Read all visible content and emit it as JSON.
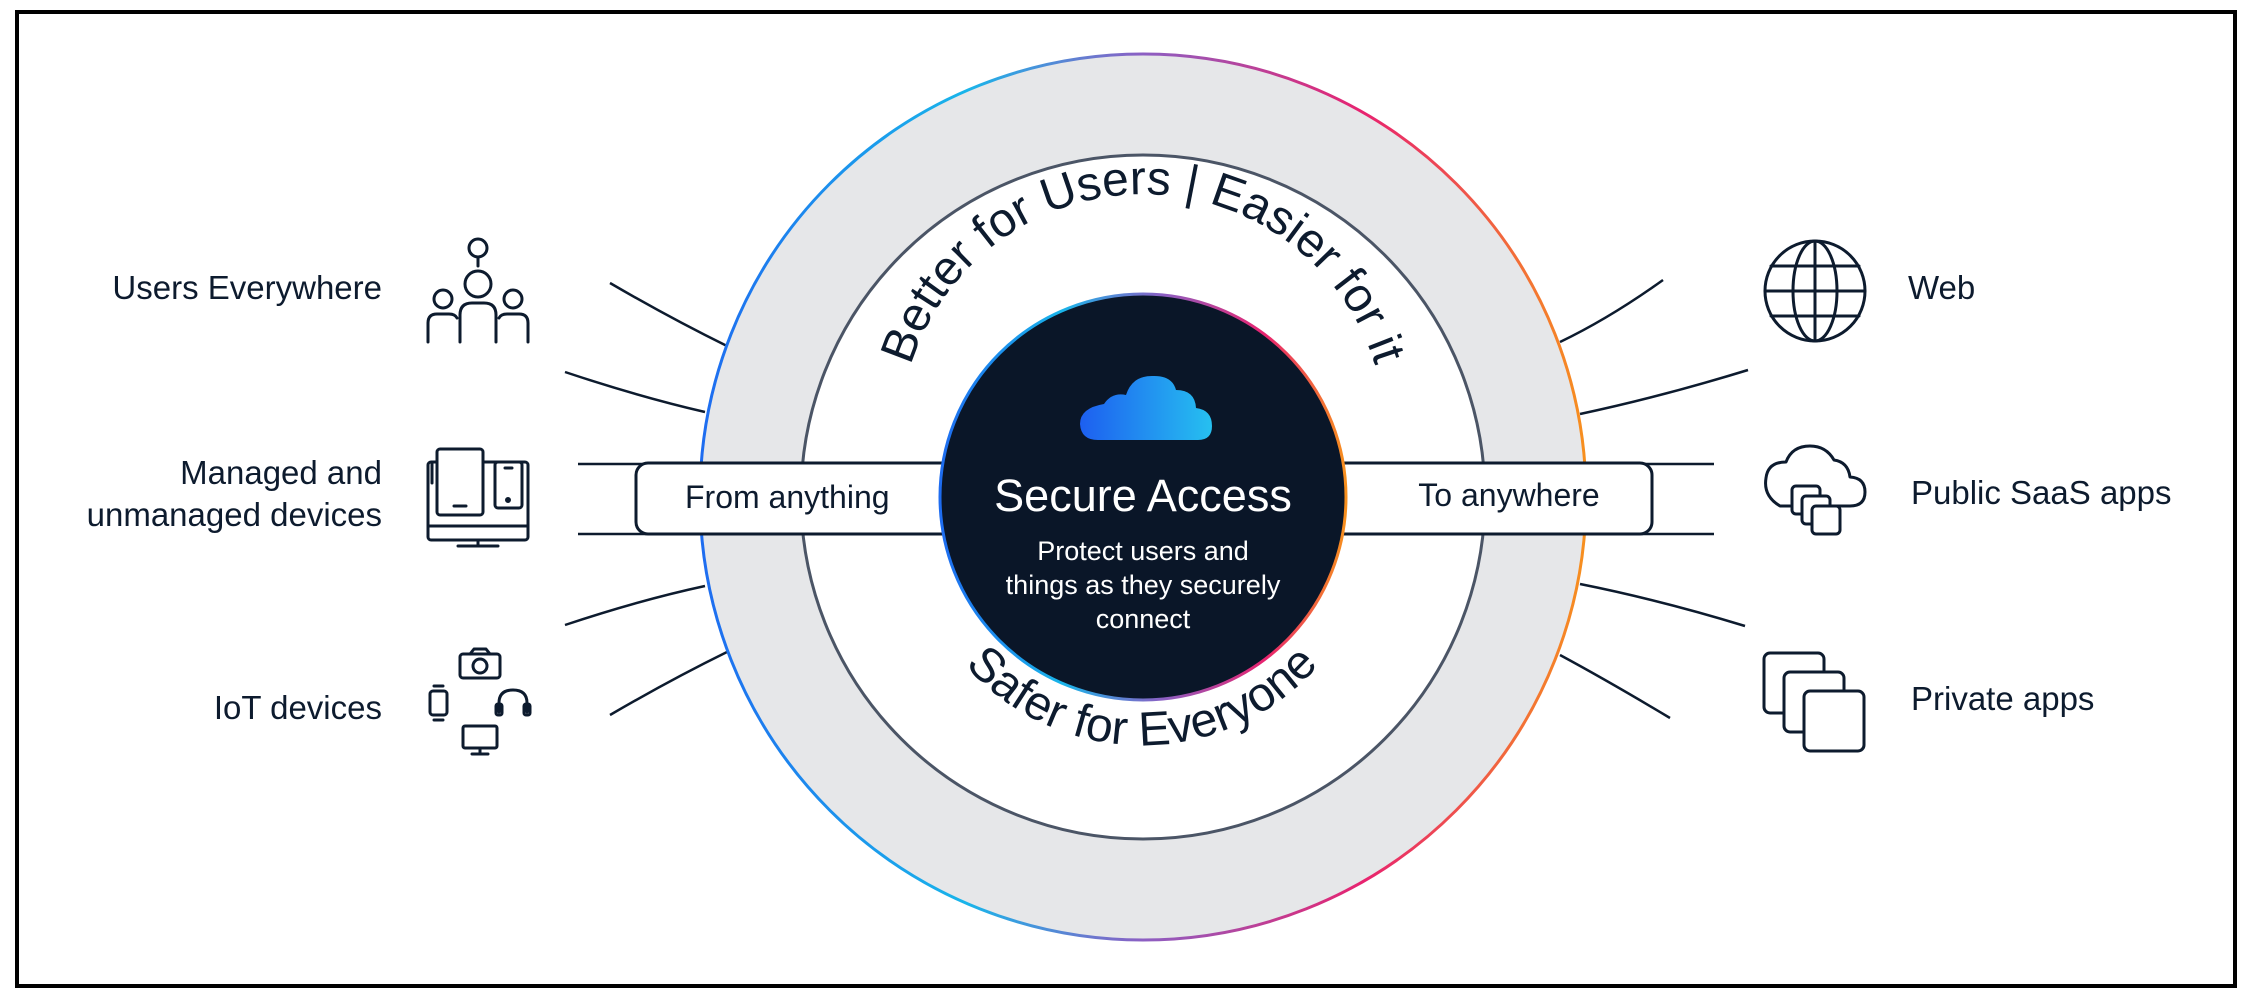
{
  "diagram": {
    "hub": {
      "title": "Secure Access",
      "subtitle_lines": [
        "Protect users and",
        "things as they securely",
        "connect"
      ]
    },
    "ring": {
      "top_text": "Better for Users | Easier for it",
      "bottom_text": "Safer for Everyone"
    },
    "pills": {
      "left": "From anything",
      "right": "To anywhere"
    },
    "left_items": [
      {
        "lines": [
          "Users Everywhere"
        ],
        "icon": "users-icon"
      },
      {
        "lines": [
          "Managed and",
          "unmanaged devices"
        ],
        "icon": "devices-icon"
      },
      {
        "lines": [
          "IoT devices"
        ],
        "icon": "iot-devices-icon"
      }
    ],
    "right_items": [
      {
        "lines": [
          "Web"
        ],
        "icon": "globe-icon"
      },
      {
        "lines": [
          "Public SaaS apps"
        ],
        "icon": "cloud-apps-icon"
      },
      {
        "lines": [
          "Private apps"
        ],
        "icon": "stacked-windows-icon"
      }
    ],
    "colors": {
      "frame": "#000000",
      "ink": "#0d1b2e",
      "outer_ring_fill": "#e6e7e9",
      "hub_fill": "#0a1628",
      "gradient_blue": "#1e6cf0",
      "gradient_cyan": "#19b5ea",
      "gradient_purple": "#8c5fc3",
      "gradient_pink": "#e8236f",
      "gradient_orange": "#f7901e",
      "cloud_light": "#26c0f0",
      "cloud_dark": "#1d5ff0"
    }
  }
}
